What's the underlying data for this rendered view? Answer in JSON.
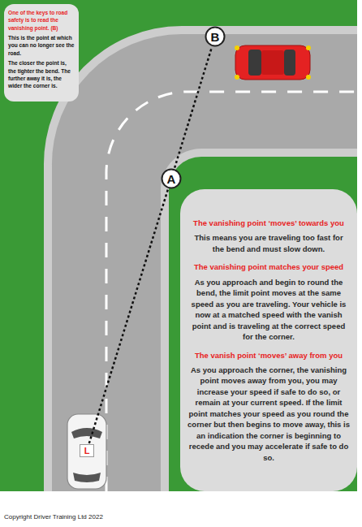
{
  "diagram": {
    "nodes": [
      {
        "text": [
          "One of the keys to road safety is to read the vanishing point. (B)",
          "This is the point at which you can no longer see the road.",
          "The closer the point is, the tighter the bend. The further away it is, the wider the corner is."
        ]
      },
      {
        "text": [
          "B"
        ]
      },
      {
        "text": [
          "A"
        ]
      },
      {
        "text": [
          "L"
        ]
      },
      {
        "text": [
          "The vanishing point ‘moves’ towards you",
          "This means you are traveling too fast for the bend and must slow down.",
          "The vanishing point matches your speed",
          "As you approach and begin to round the bend, the limit point moves at the same speed as you are traveling. Your vehicle is now at a matched speed with the vanish point and is traveling at the correct speed for the corner.",
          "The vanish point ‘moves’ away from you",
          "As you approach the corner, the vanishing point moves away from you, you may increase your speed if safe to do so, or remain at your current speed. If the limit point matches your speed as you round the corner but then begins to move away, this is an indication the corner is beginning to recede and you may accelerate if safe to do so."
        ]
      }
    ],
    "edges": [
      {
        "from": 3,
        "to": 2,
        "arrow": "none"
      },
      {
        "from": 2,
        "to": 1,
        "arrow": "none"
      }
    ],
    "labels": [
      "Copyright Driver Training Ltd 2022"
    ]
  }
}
